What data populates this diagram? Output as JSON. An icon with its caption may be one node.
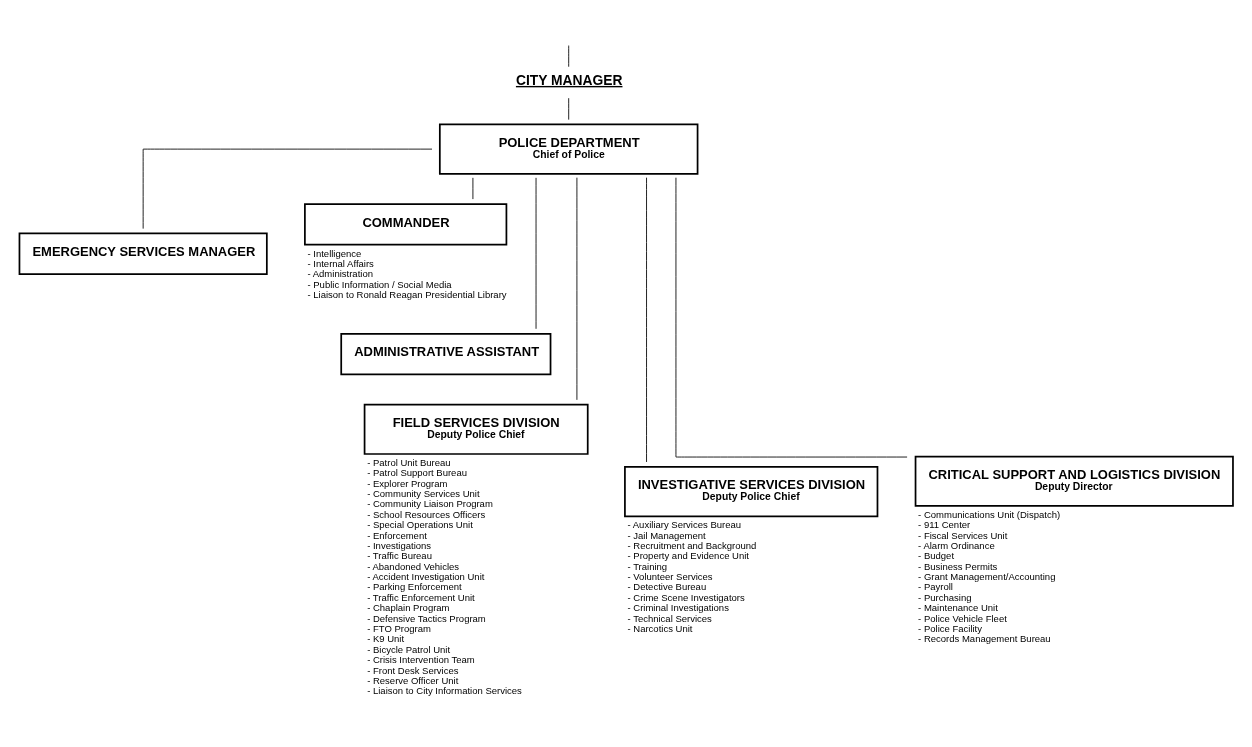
{
  "diagram": {
    "nodes": [
      {
        "text": [
          "CITY MANAGER"
        ]
      },
      {
        "text": [
          "POLICE DEPARTMENT",
          "Chief of Police"
        ]
      },
      {
        "text": [
          "EMERGENCY SERVICES MANAGER"
        ]
      },
      {
        "text": [
          "COMMANDER"
        ],
        "beside": [
          "- Intelligence",
          "- Internal Affairs",
          "- Administration",
          "- Public Information / Social Media",
          "- Liaison to Ronald Reagan Presidential Library"
        ]
      },
      {
        "text": [
          "ADMINISTRATIVE ASSISTANT"
        ]
      },
      {
        "text": [
          "FIELD SERVICES DIVISION",
          "Deputy Police Chief"
        ],
        "beside": [
          "- Patrol Unit Bureau",
          "- Patrol Support Bureau",
          "- Explorer Program",
          "- Community Services Unit",
          "- Community Liaison Program",
          "- School Resources Officers",
          "- Special Operations Unit",
          "- Enforcement",
          "- Investigations",
          "- Traffic Bureau",
          "- Abandoned Vehicles",
          "- Accident Investigation Unit",
          "- Parking Enforcement",
          "- Traffic Enforcement Unit",
          "- Chaplain Program",
          "- Defensive Tactics Program",
          "- FTO Program",
          "- K9 Unit",
          "- Bicycle Patrol Unit",
          "- Crisis Intervention Team",
          "- Front Desk Services",
          "- Reserve Officer Unit",
          "- Liaison to City Information Services"
        ]
      },
      {
        "text": [
          "INVESTIGATIVE SERVICES DIVISION",
          "Deputy Police Chief"
        ],
        "beside": [
          "- Auxiliary Services Bureau",
          "- Jail Management",
          "- Recruitment and Background",
          "- Property and Evidence Unit",
          "- Training",
          "- Volunteer Services",
          "- Detective Bureau",
          "- Crime Scene Investigators",
          "- Criminal Investigations",
          "- Technical Services",
          "- Narcotics Unit"
        ]
      },
      {
        "text": [
          "CRITICAL SUPPORT AND LOGISTICS DIVISION",
          "Deputy Director"
        ],
        "beside": [
          "- Communications Unit (Dispatch)",
          "- 911 Center",
          "- Fiscal Services Unit",
          "- Alarm Ordinance",
          "- Budget",
          "- Business Permits",
          "- Grant Management/Accounting",
          "- Payroll",
          "- Purchasing",
          "- Maintenance Unit",
          "- Police Vehicle Fleet",
          "- Police Facility",
          "- Records Management Bureau"
        ]
      }
    ],
    "edges": [
      {
        "from": null,
        "to": 0,
        "arrow": "none"
      },
      {
        "from": 0,
        "to": 1,
        "arrow": "none"
      },
      {
        "from": 1,
        "to": 2,
        "arrow": "none"
      },
      {
        "from": 1,
        "to": 3,
        "arrow": "none"
      },
      {
        "from": 1,
        "to": 4,
        "arrow": "none"
      },
      {
        "from": 1,
        "to": 5,
        "arrow": "none"
      },
      {
        "from": 1,
        "to": 6,
        "arrow": "none"
      },
      {
        "from": 1,
        "to": 7,
        "arrow": "none"
      }
    ]
  }
}
